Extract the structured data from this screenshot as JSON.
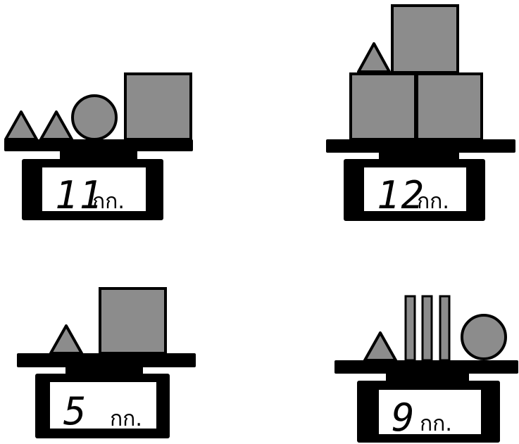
{
  "colors": {
    "shape_fill": "#8c8c8c",
    "outline": "#000000",
    "display_bg": "#ffffff"
  },
  "scales": [
    {
      "id": "scale-1",
      "reading": "11",
      "unit": "กก.",
      "items": [
        "triangle",
        "triangle",
        "circle",
        "square"
      ]
    },
    {
      "id": "scale-2",
      "reading": "12",
      "unit": "กก.",
      "items": [
        "triangle",
        "square",
        "square",
        "square"
      ]
    },
    {
      "id": "scale-3",
      "reading": "5",
      "unit": "กก.",
      "items": [
        "triangle",
        "square"
      ]
    },
    {
      "id": "scale-4",
      "reading": "9",
      "unit": "กก.",
      "items": [
        "triangle",
        "bar",
        "bar",
        "bar",
        "circle"
      ]
    }
  ]
}
